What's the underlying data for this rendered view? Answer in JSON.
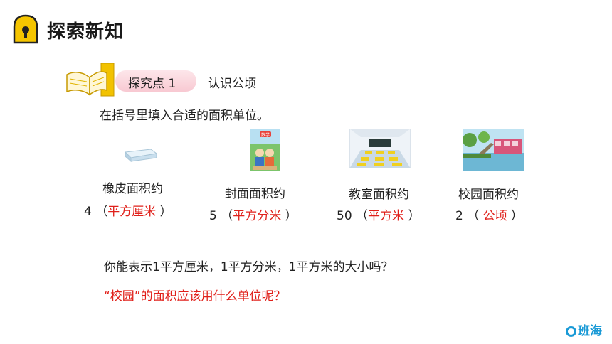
{
  "header": {
    "title": "探索新知"
  },
  "section": {
    "point_label": "探究点 1",
    "topic": "认识公顷"
  },
  "instruction": "在括号里填入合适的面积单位。",
  "items": [
    {
      "label": "橡皮面积约",
      "number": "4",
      "answer": "平方厘米"
    },
    {
      "label": "封面面积约",
      "number": "5",
      "answer": "平方分米"
    },
    {
      "label": "教室面积约",
      "number": "50",
      "answer": "平方米"
    },
    {
      "label": "校园面积约",
      "number": "2",
      "answer": "公顷"
    }
  ],
  "book_cover_text": "数学",
  "questions": {
    "q1": "你能表示1平方厘米，1平方分米，1平方米的大小吗？",
    "q2": "“校园”的面积应该用什么单位呢？"
  },
  "logo": {
    "text": "班海"
  }
}
